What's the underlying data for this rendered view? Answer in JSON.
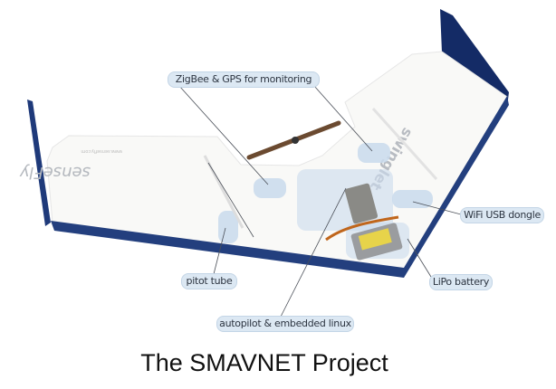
{
  "labels": {
    "zigbee": "ZigBee & GPS for monitoring",
    "wifi": "WiFi USB dongle",
    "lipo": "LiPo battery",
    "pitot": "pitot tube",
    "autopilot": "autopilot & embedded linux"
  },
  "logos": {
    "left_wing": "senseFly",
    "left_wing_url": "www.sensefly.com",
    "right_wing": "swinglet"
  },
  "caption": "The SMAVNET Project",
  "colors": {
    "wing_edge": "#233f7e",
    "fin": "#142b66",
    "highlight": "#c9dbec"
  }
}
